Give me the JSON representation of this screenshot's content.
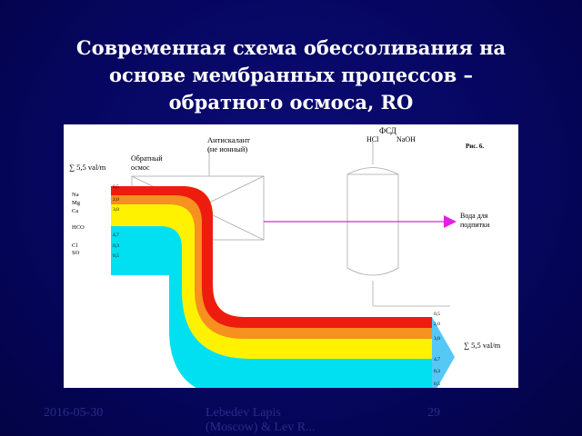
{
  "slide": {
    "title_lines": [
      "Современная схема обессоливания на",
      "основе мембранных процессов –",
      "обратного осмоса, RO"
    ],
    "footer": {
      "date": "2016-05-30",
      "author_line1": "Lebedev Lapis",
      "author_line2": "(Moscow) & Lev R...",
      "page": "29"
    }
  },
  "diagram": {
    "fig_label": "Рис. 6.",
    "antiscalant_line1": "Антискалант",
    "antiscalant_line2": "(не ионный)",
    "ro_line1": "Обратный",
    "ro_line2": "осмос",
    "fsd_label": "ФСД",
    "hcl_label": "HCl",
    "naoh_label": "NaOH",
    "water_line1": "Вода для",
    "water_line2": "подпитки",
    "inlet_total": "∑ 5,5 val/m",
    "outlet_total": "∑ 5,5 val/m",
    "cations": [
      "Na",
      "Mg",
      "Ca",
      "HCO",
      "Cl",
      "SO"
    ],
    "inlet_values": [
      "0,5",
      "2,0",
      "3,0",
      "4,7",
      "0,3",
      "0,5"
    ],
    "outlet_values": [
      "0,5",
      "2,0",
      "3,0",
      "4,7",
      "0,3",
      "0,5"
    ],
    "colors": {
      "red": "#ee1c0e",
      "orange": "#f6901e",
      "yellow": "#fff200",
      "cyan": "#00e0f0",
      "light_blue": "#55c8f5",
      "arrow": "#e020e0"
    }
  }
}
